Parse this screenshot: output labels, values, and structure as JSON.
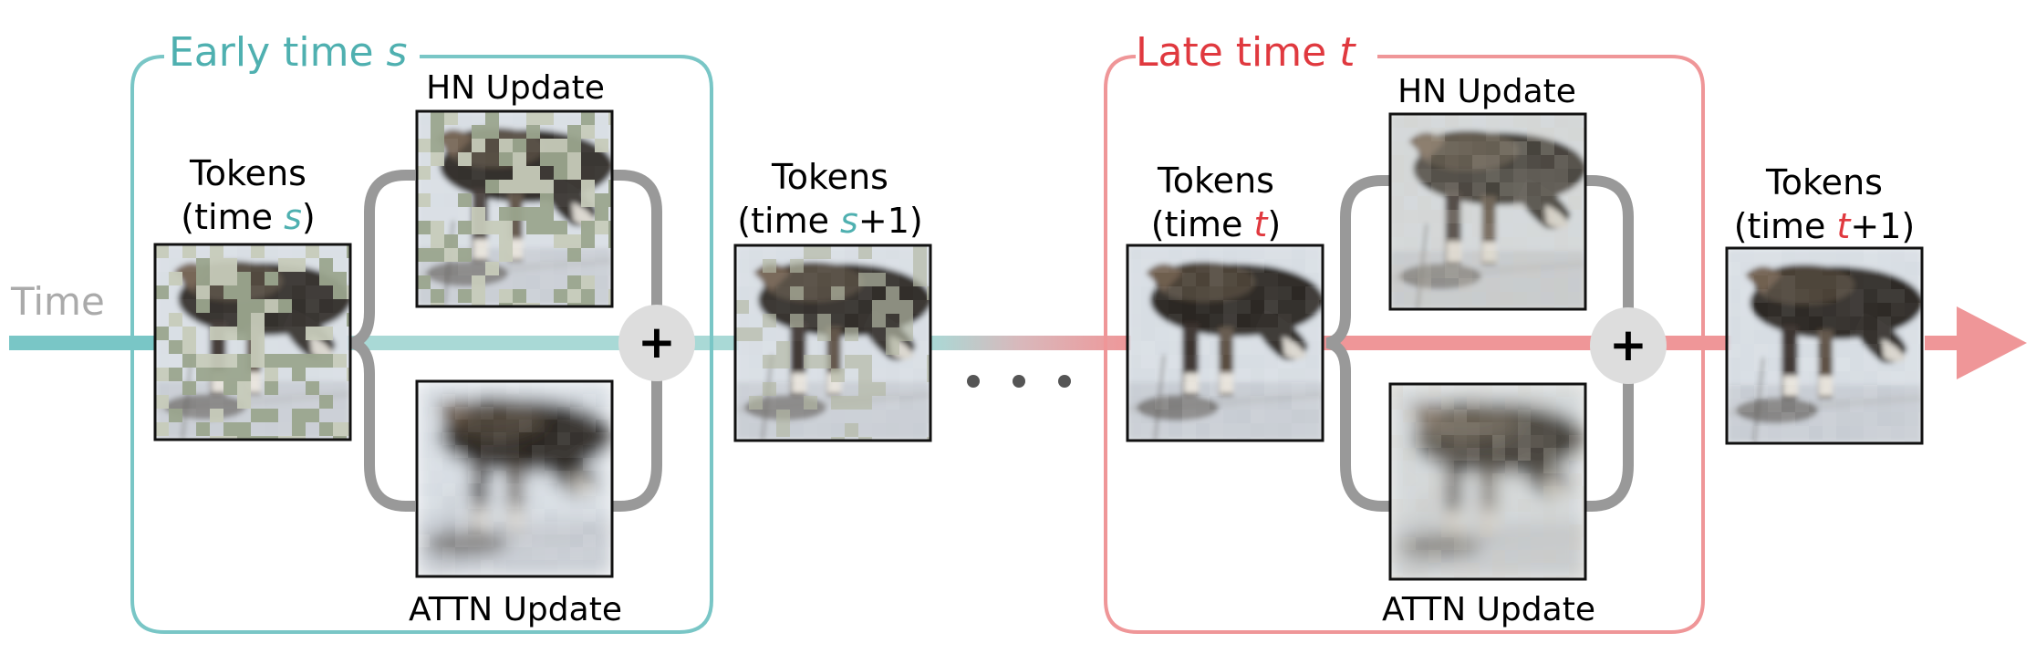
{
  "colors": {
    "early": "#79c6c6",
    "late": "#ef9698",
    "early_text": "#4fb0b0",
    "late_text": "#e0393f",
    "bracket": "#999999",
    "plus_circle": "#dddddd",
    "time_label": "#aaaaaa",
    "tile_border": "#111111"
  },
  "time_label": "Time",
  "early": {
    "title_prefix": "Early time ",
    "title_var": "s",
    "tokens_in": {
      "line1": "Tokens",
      "pre": "(time ",
      "var": "s",
      "post": ")"
    },
    "hn_label": "HN Update",
    "attn_label": "ATTN Update",
    "plus": "+",
    "tokens_out": {
      "line1": "Tokens",
      "pre": "(time ",
      "var": "s",
      "post": "+1)"
    }
  },
  "late": {
    "title_prefix": "Late time ",
    "title_var": "t",
    "tokens_in": {
      "line1": "Tokens",
      "pre": "(time ",
      "var": "t",
      "post": ")"
    },
    "hn_label": "HN Update",
    "attn_label": "ATTN Update",
    "plus": "+",
    "tokens_out": {
      "line1": "Tokens",
      "pre": "(time ",
      "var": "t",
      "post": "+1)"
    }
  },
  "images": [
    {
      "id": "early-tokens-in",
      "style": "masked",
      "seed": 3
    },
    {
      "id": "early-hn",
      "style": "masked",
      "seed": 7
    },
    {
      "id": "early-attn",
      "style": "blur",
      "seed": 11
    },
    {
      "id": "early-tokens-out",
      "style": "masked-light",
      "seed": 5
    },
    {
      "id": "late-tokens-in",
      "style": "clean",
      "seed": 9
    },
    {
      "id": "late-hn",
      "style": "faded",
      "seed": 13
    },
    {
      "id": "late-attn",
      "style": "blur-faded",
      "seed": 17
    },
    {
      "id": "late-tokens-out",
      "style": "clean",
      "seed": 19
    }
  ]
}
